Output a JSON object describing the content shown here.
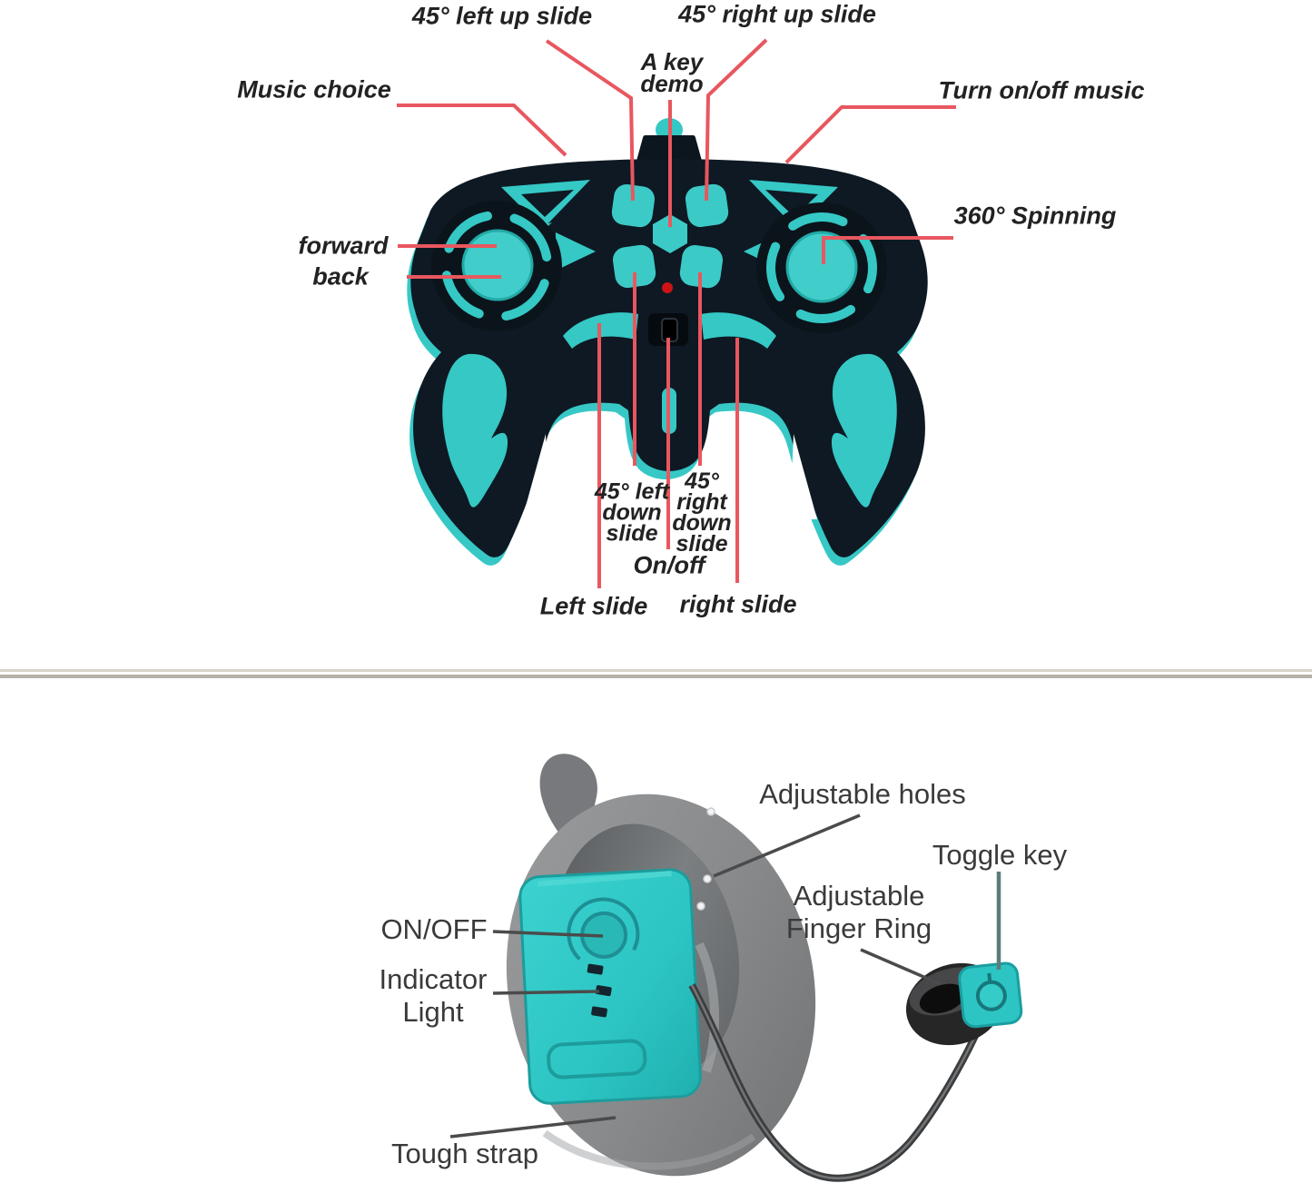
{
  "top_panel": {
    "device": "remote-controller-diagram",
    "labels": {
      "left_up_slide": "45° left up slide",
      "a_key_demo": "A key demo",
      "right_up_slide": "45° right up slide",
      "music_choice": "Music choice",
      "turn_on_off_music": "Turn on/off music",
      "spinning_360": "360° Spinning",
      "forward": "forward",
      "back": "back",
      "left_down_slide": "45° left down slide",
      "right_down_slide": "45° right down slide",
      "on_off": "On/off",
      "left_slide": "Left slide",
      "right_slide": "right slide"
    }
  },
  "bottom_panel": {
    "device": "wristband-remote-diagram",
    "labels": {
      "adjustable_holes": "Adjustable holes",
      "toggle_key": "Toggle key",
      "adjustable_finger_ring": "Adjustable Finger Ring",
      "on_off": "ON/OFF",
      "indicator_light": "Indicator Light",
      "tough_strap": "Tough strap"
    }
  },
  "colors": {
    "teal_accent": "#35c8c5",
    "body_black": "#0e1923",
    "red_callout": "#e8575f",
    "gray_callout": "#4b4b4b",
    "toggle_key_callout": "#5b7d7d",
    "strap_gray": "#8a8b8d",
    "led_red": "#cc1414",
    "divider_light": "#d7d4ca",
    "divider_dark": "#b5b2a7"
  }
}
